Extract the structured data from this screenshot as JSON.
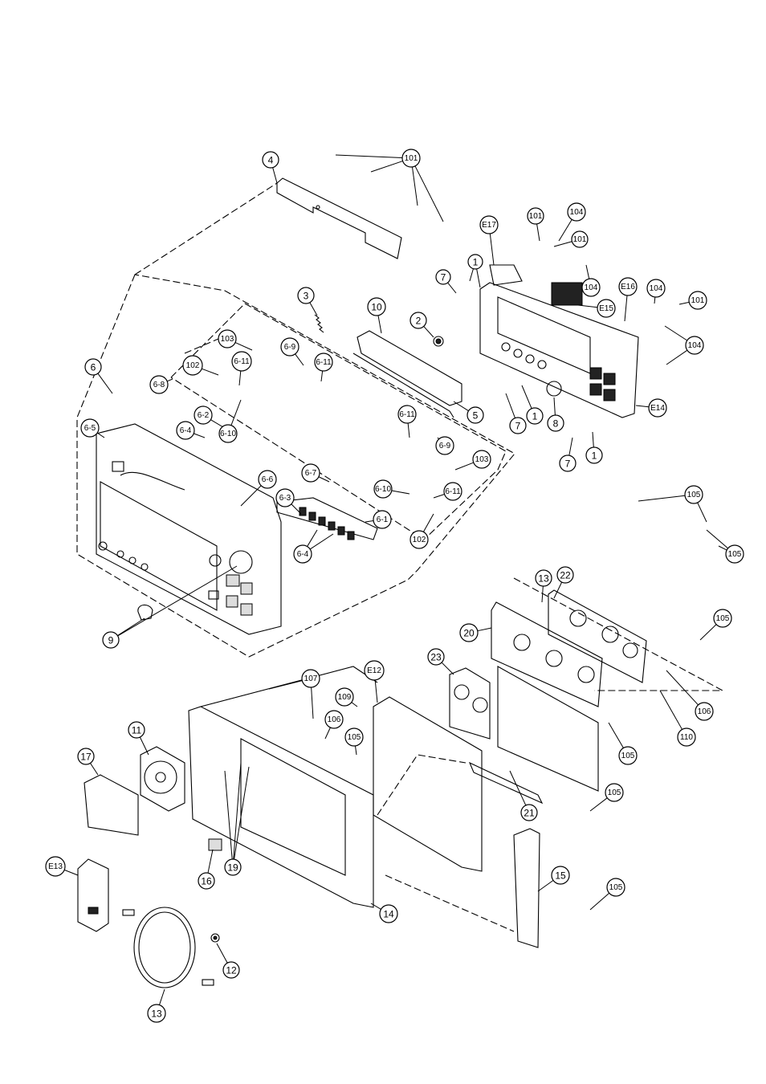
{
  "diagram": {
    "callouts": [
      {
        "id": "c4",
        "label": "4"
      },
      {
        "id": "c101a",
        "label": "101"
      },
      {
        "id": "c101b",
        "label": "101"
      },
      {
        "id": "c104a",
        "label": "104"
      },
      {
        "id": "c101c",
        "label": "101"
      },
      {
        "id": "cE17",
        "label": "E17"
      },
      {
        "id": "c1a",
        "label": "1"
      },
      {
        "id": "c7a",
        "label": "7"
      },
      {
        "id": "c104b",
        "label": "104"
      },
      {
        "id": "cE16",
        "label": "E16"
      },
      {
        "id": "c104c",
        "label": "104"
      },
      {
        "id": "c101d",
        "label": "101"
      },
      {
        "id": "cE15",
        "label": "E15"
      },
      {
        "id": "c104d",
        "label": "104"
      },
      {
        "id": "cE14",
        "label": "E14"
      },
      {
        "id": "c3",
        "label": "3"
      },
      {
        "id": "c10",
        "label": "10"
      },
      {
        "id": "c2",
        "label": "2"
      },
      {
        "id": "c5",
        "label": "5"
      },
      {
        "id": "c7b",
        "label": "7"
      },
      {
        "id": "c1b",
        "label": "1"
      },
      {
        "id": "c8",
        "label": "8"
      },
      {
        "id": "c7c",
        "label": "7"
      },
      {
        "id": "c1c",
        "label": "1"
      },
      {
        "id": "c6",
        "label": "6"
      },
      {
        "id": "c6-8",
        "label": "6-8"
      },
      {
        "id": "c103a",
        "label": "103"
      },
      {
        "id": "c6-9a",
        "label": "6-9"
      },
      {
        "id": "c102a",
        "label": "102"
      },
      {
        "id": "c6-11a",
        "label": "6-11"
      },
      {
        "id": "c6-11b",
        "label": "6-11"
      },
      {
        "id": "c6-5",
        "label": "6-5"
      },
      {
        "id": "c6-2",
        "label": "6-2"
      },
      {
        "id": "c6-4a",
        "label": "6-4"
      },
      {
        "id": "c6-10a",
        "label": "6-10"
      },
      {
        "id": "c6-11c",
        "label": "6-11"
      },
      {
        "id": "c6-9b",
        "label": "6-9"
      },
      {
        "id": "c103b",
        "label": "103"
      },
      {
        "id": "c6-7",
        "label": "6-7"
      },
      {
        "id": "c6-6",
        "label": "6-6"
      },
      {
        "id": "c6-3",
        "label": "6-3"
      },
      {
        "id": "c6-1",
        "label": "6-1"
      },
      {
        "id": "c6-10b",
        "label": "6-10"
      },
      {
        "id": "c6-11d",
        "label": "6-11"
      },
      {
        "id": "c6-4b",
        "label": "6-4"
      },
      {
        "id": "c102b",
        "label": "102"
      },
      {
        "id": "c105a",
        "label": "105"
      },
      {
        "id": "c105b",
        "label": "105"
      },
      {
        "id": "c9",
        "label": "9"
      },
      {
        "id": "c13a",
        "label": "13"
      },
      {
        "id": "c22",
        "label": "22"
      },
      {
        "id": "c105c",
        "label": "105"
      },
      {
        "id": "c20",
        "label": "20"
      },
      {
        "id": "c23",
        "label": "23"
      },
      {
        "id": "c106a",
        "label": "106"
      },
      {
        "id": "c107",
        "label": "107"
      },
      {
        "id": "c109",
        "label": "109"
      },
      {
        "id": "cE12",
        "label": "E12"
      },
      {
        "id": "c110",
        "label": "110"
      },
      {
        "id": "c11",
        "label": "11"
      },
      {
        "id": "c106b",
        "label": "106"
      },
      {
        "id": "c105d",
        "label": "105"
      },
      {
        "id": "c105e",
        "label": "105"
      },
      {
        "id": "c17",
        "label": "17"
      },
      {
        "id": "c21",
        "label": "21"
      },
      {
        "id": "c105f",
        "label": "105"
      },
      {
        "id": "c19",
        "label": "19"
      },
      {
        "id": "cE13",
        "label": "E13"
      },
      {
        "id": "c16",
        "label": "16"
      },
      {
        "id": "c15",
        "label": "15"
      },
      {
        "id": "c14",
        "label": "14"
      },
      {
        "id": "c105g",
        "label": "105"
      },
      {
        "id": "c12",
        "label": "12"
      },
      {
        "id": "c13b",
        "label": "13"
      }
    ]
  }
}
